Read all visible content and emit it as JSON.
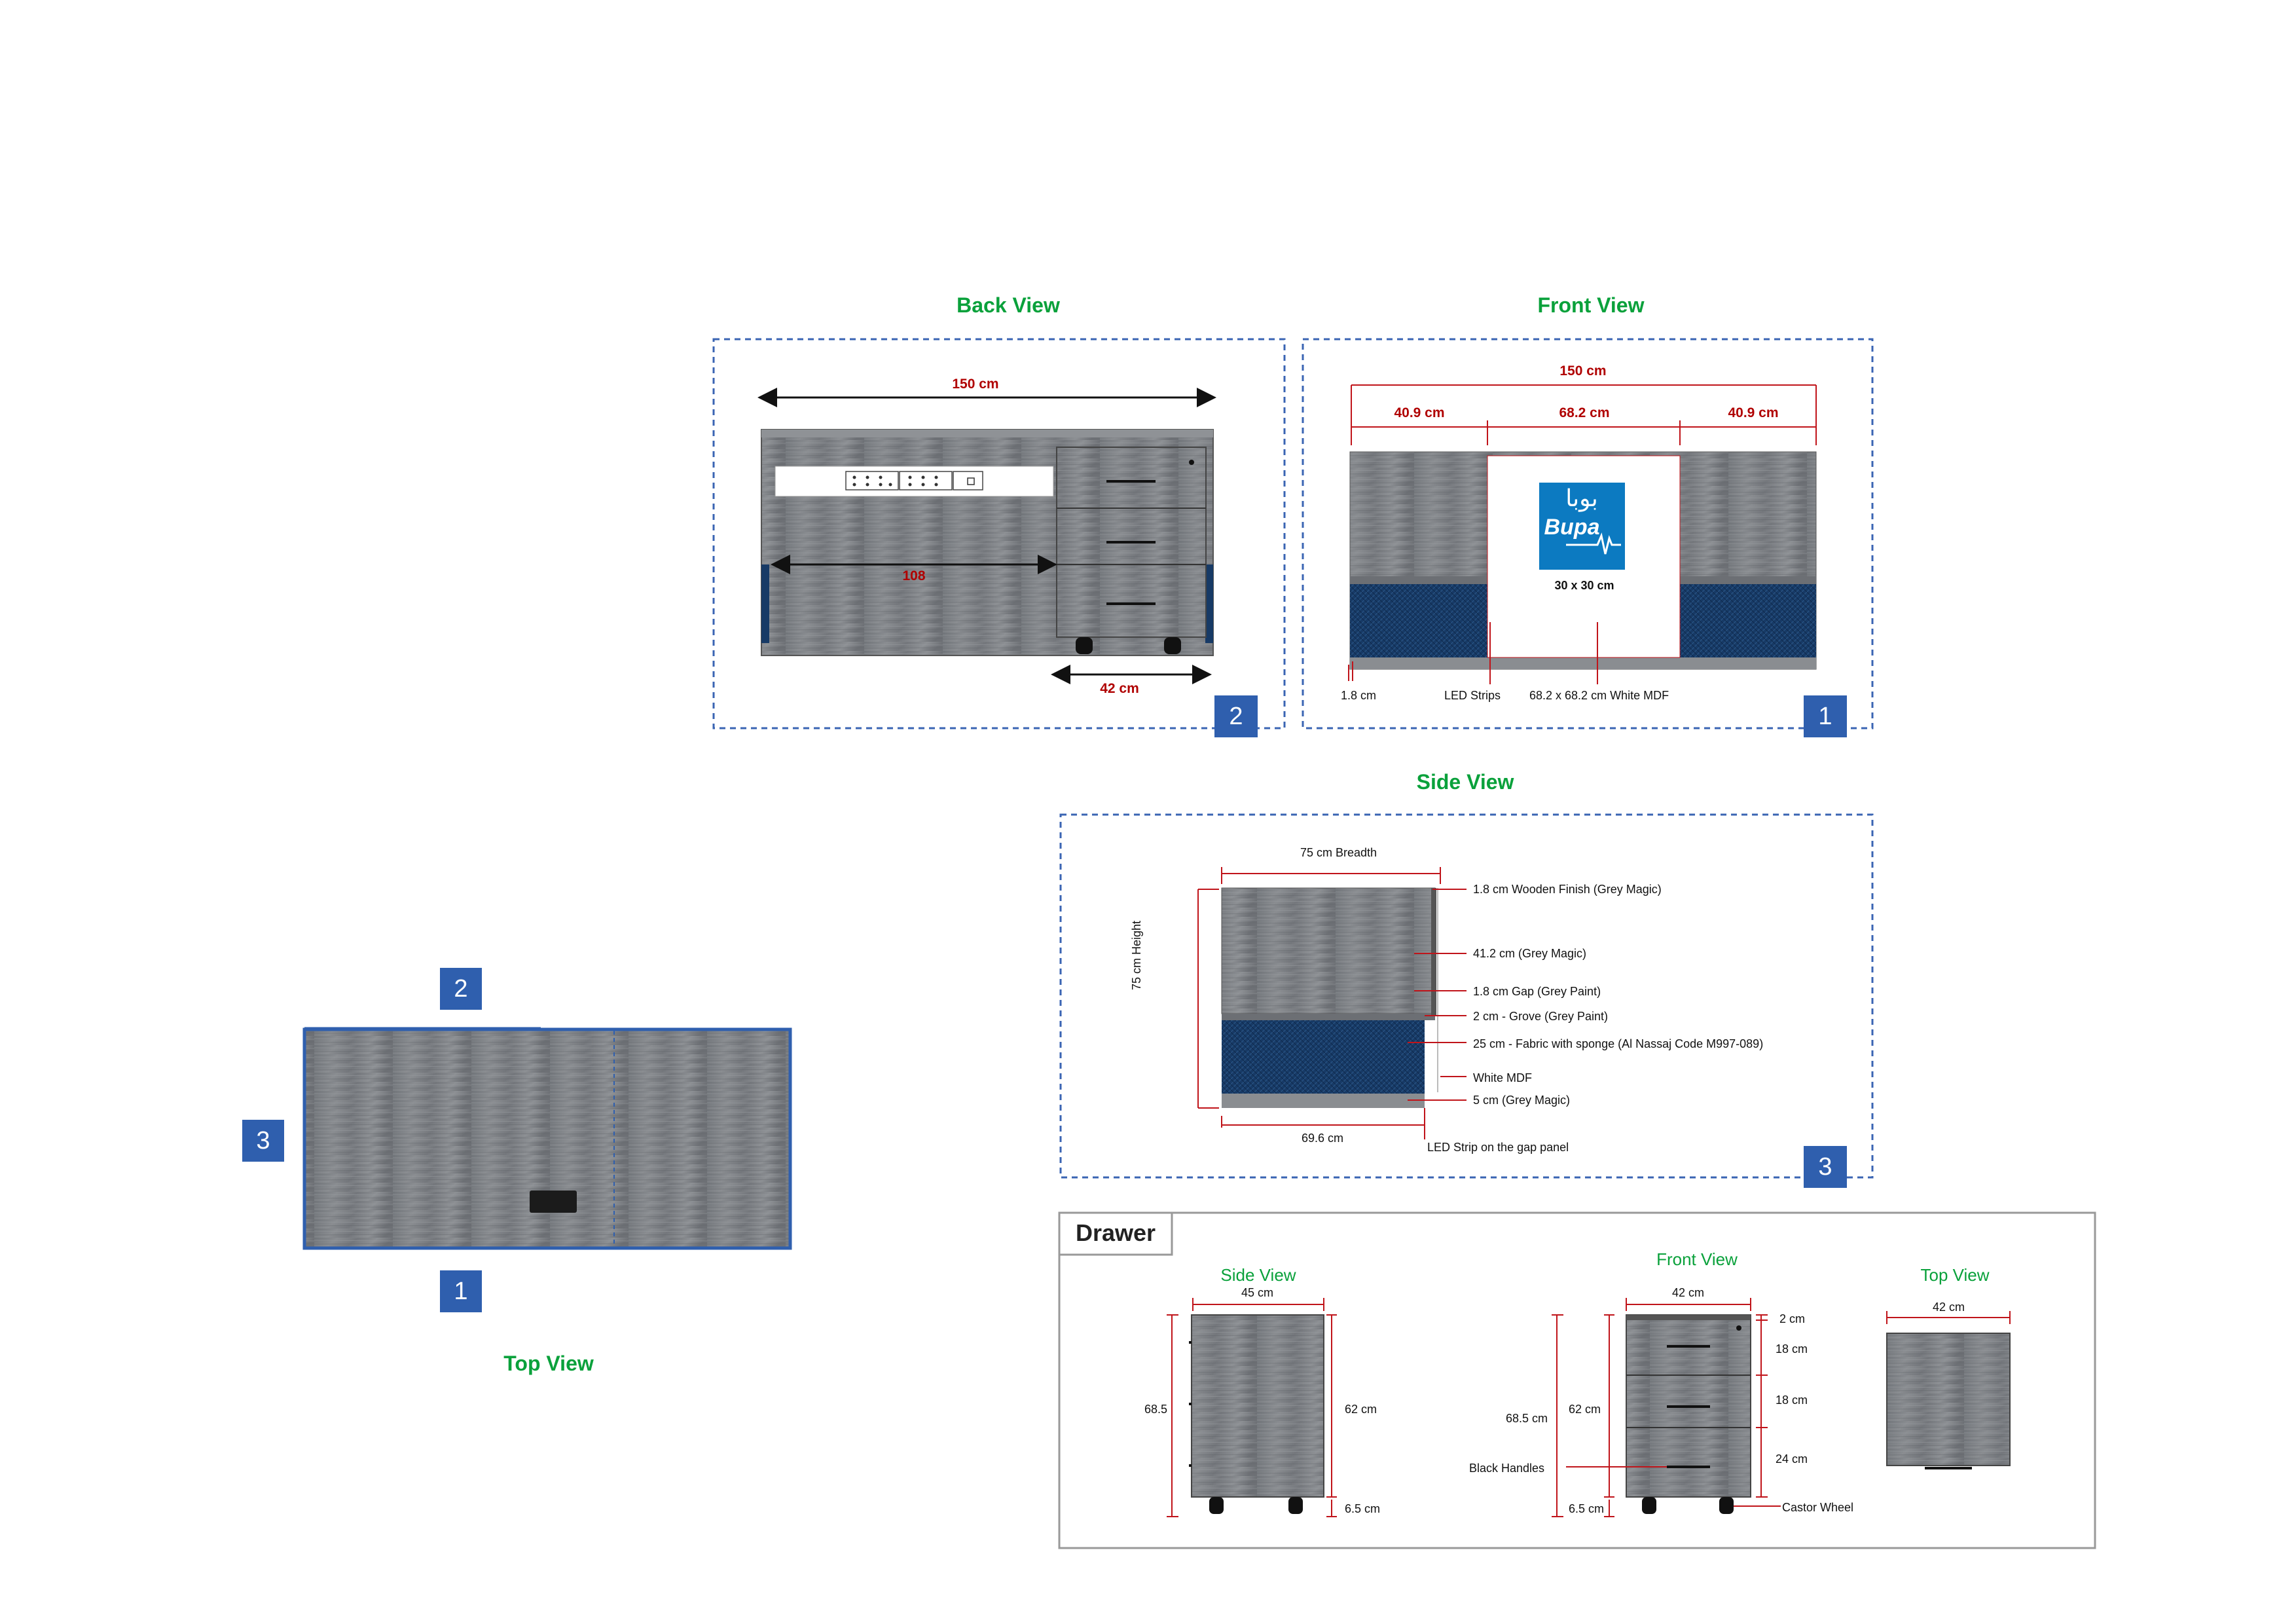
{
  "back_view": {
    "title": "Back View",
    "badge": "2",
    "dim_total": "150 cm",
    "dim_left": "108",
    "dim_drawer": "42 cm"
  },
  "front_view": {
    "title": "Front View",
    "badge": "1",
    "dim_total": "150 cm",
    "dim_left": "40.9 cm",
    "dim_center": "68.2 cm",
    "dim_right": "40.9 cm",
    "logo_text": "Bupa",
    "logo_arabic": "بوبا",
    "logo_size": "30 x 30 cm",
    "label_gap": "1.8 cm",
    "label_led": "LED Strips",
    "label_mdf": "68.2 x 68.2 cm White MDF"
  },
  "side_view": {
    "title": "Side View",
    "badge": "3",
    "dim_breadth": "75 cm Breadth",
    "dim_height": "75 cm Height",
    "dim_bottom": "69.6 cm",
    "callouts": [
      "1.8 cm Wooden Finish (Grey Magic)",
      "41.2 cm (Grey Magic)",
      "1.8 cm Gap (Grey Paint)",
      "2 cm - Grove (Grey Paint)",
      "25 cm - Fabric with sponge (Al Nassaj Code M997-089)",
      "White MDF",
      "5 cm (Grey Magic)"
    ],
    "led_note": "LED Strip on the gap panel"
  },
  "top_view": {
    "title": "Top View",
    "badge_top": "2",
    "badge_left": "3",
    "badge_bottom": "1"
  },
  "drawer": {
    "title": "Drawer",
    "side_view": {
      "title": "Side View",
      "width": "45 cm",
      "overall": "68.5",
      "body": "62 cm",
      "wheel": "6.5 cm"
    },
    "front_view": {
      "title": "Front View",
      "width": "42 cm",
      "overall": "68.5 cm",
      "body": "62 cm",
      "wheel": "6.5 cm",
      "top_gap": "2 cm",
      "drawer1": "18 cm",
      "drawer2": "18 cm",
      "drawer3": "24 cm",
      "handles": "Black Handles",
      "castor": "Castor Wheel"
    },
    "top_view": {
      "title": "Top View",
      "width": "42 cm"
    }
  },
  "colors": {
    "title_green": "#0aa13b",
    "badge_blue": "#2f5fae",
    "dimension_red": "#b00000",
    "wood_grey": "#7e8185",
    "fabric_navy": "#173a66"
  }
}
